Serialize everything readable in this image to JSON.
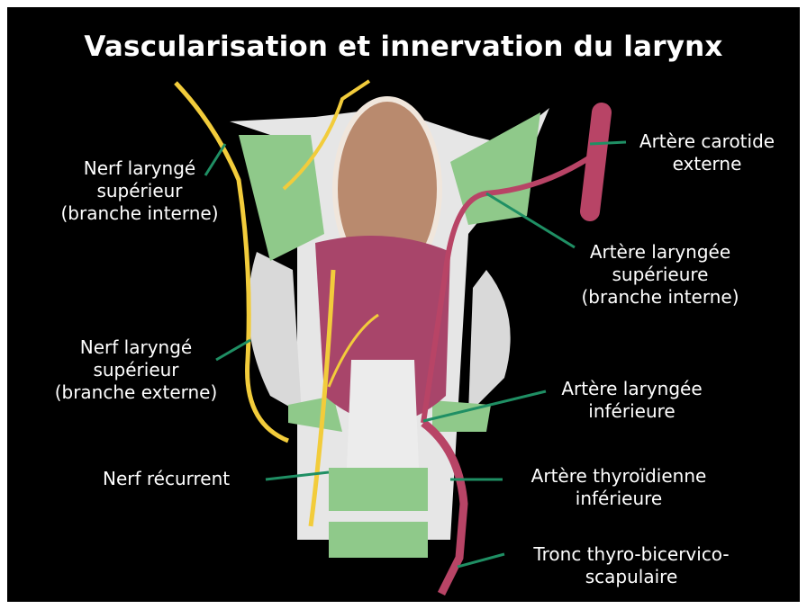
{
  "title": "Vascularisation et innervation du larynx",
  "labels": {
    "nerf_sup_interne": [
      "Nerf laryngé",
      "supérieur",
      "(branche interne)"
    ],
    "nerf_sup_externe": [
      "Nerf laryngé",
      "supérieur",
      "(branche externe)"
    ],
    "nerf_recurrent": [
      "Nerf récurrent"
    ],
    "artere_carotide": [
      "Artère carotide",
      "externe"
    ],
    "artere_lar_sup": [
      "Artère laryngée",
      "supérieure",
      "(branche interne)"
    ],
    "artere_lar_inf": [
      "Artère laryngée",
      "inférieure"
    ],
    "artere_thyro_inf": [
      "Artère thyroïdienne",
      "inférieure"
    ],
    "tronc": [
      "Tronc thyro-bicervico-",
      "scapulaire"
    ]
  },
  "colors": {
    "background": "#000000",
    "nerve": "#f2cc3b",
    "artery": "#b84466",
    "muscle_green": "#8fc98a",
    "cartilage": "#e6e6e6",
    "epiglottis": "#b98a6e",
    "leader_line": "#1f8f64",
    "text": "#ffffff"
  }
}
